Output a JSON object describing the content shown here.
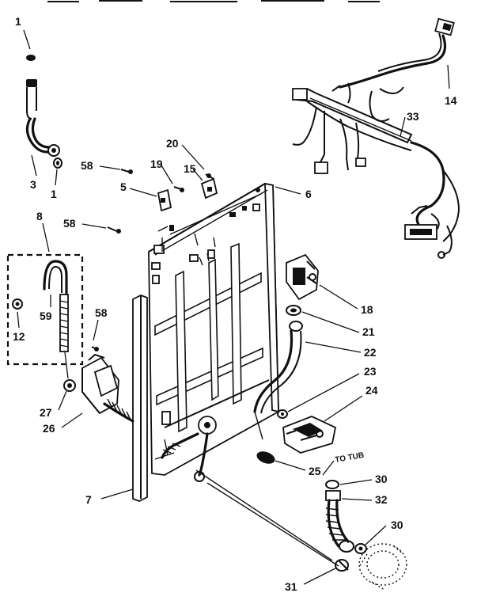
{
  "diagram": {
    "callouts": [
      {
        "id": "c1a",
        "label": "1"
      },
      {
        "id": "c14",
        "label": "14"
      },
      {
        "id": "c33",
        "label": "33"
      },
      {
        "id": "c3",
        "label": "3"
      },
      {
        "id": "c1b",
        "label": "1"
      },
      {
        "id": "c58a",
        "label": "58"
      },
      {
        "id": "c20",
        "label": "20"
      },
      {
        "id": "c19",
        "label": "19"
      },
      {
        "id": "c15",
        "label": "15"
      },
      {
        "id": "c5",
        "label": "5"
      },
      {
        "id": "c6",
        "label": "6"
      },
      {
        "id": "c8",
        "label": "8"
      },
      {
        "id": "c58b",
        "label": "58"
      },
      {
        "id": "c59",
        "label": "59"
      },
      {
        "id": "c12",
        "label": "12"
      },
      {
        "id": "c58c",
        "label": "58"
      },
      {
        "id": "c18",
        "label": "18"
      },
      {
        "id": "c21",
        "label": "21"
      },
      {
        "id": "c22",
        "label": "22"
      },
      {
        "id": "c23",
        "label": "23"
      },
      {
        "id": "c24",
        "label": "24"
      },
      {
        "id": "c27",
        "label": "27"
      },
      {
        "id": "c26",
        "label": "26"
      },
      {
        "id": "c25",
        "label": "25"
      },
      {
        "id": "c30a",
        "label": "30"
      },
      {
        "id": "c32",
        "label": "32"
      },
      {
        "id": "c30b",
        "label": "30"
      },
      {
        "id": "c7",
        "label": "7"
      },
      {
        "id": "c31",
        "label": "31"
      }
    ],
    "annotations": {
      "to_tub": "TO TUB"
    }
  }
}
